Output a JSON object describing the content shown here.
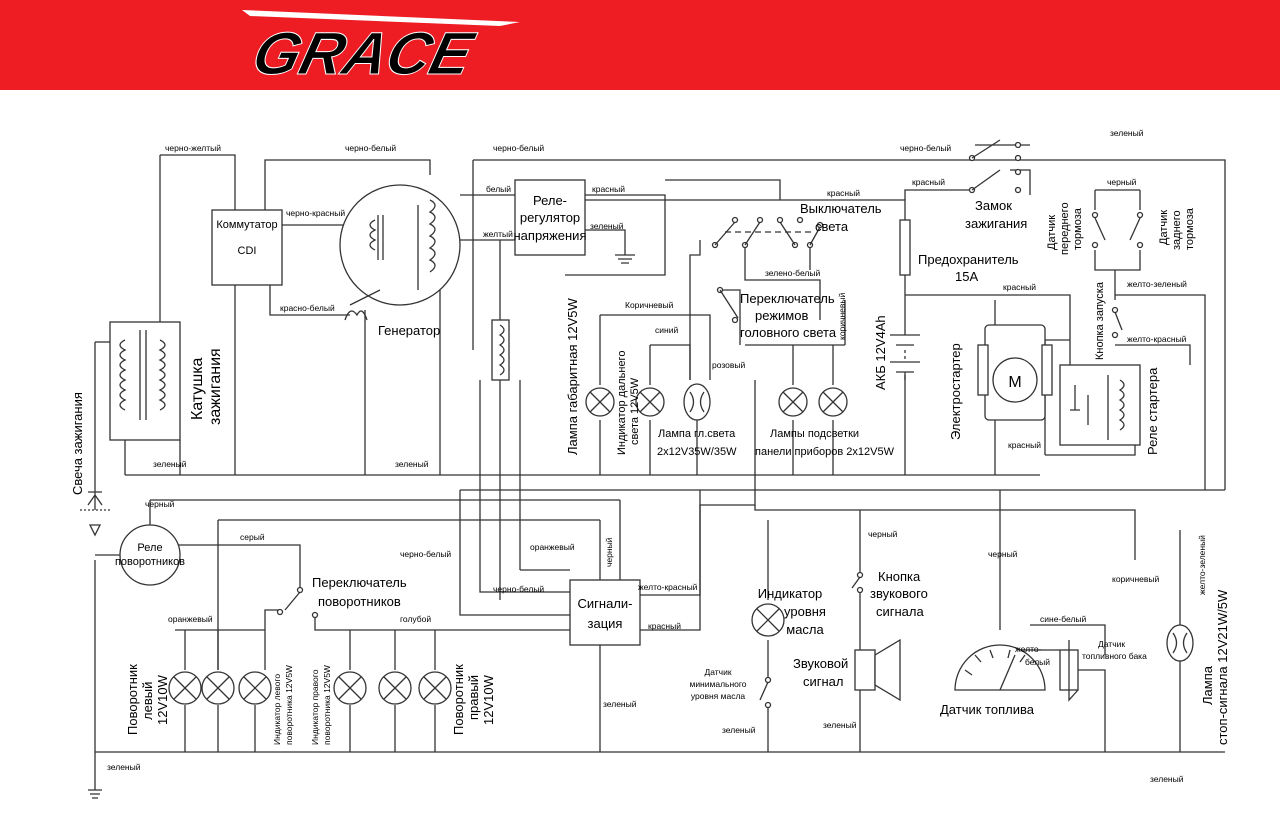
{
  "brand": {
    "logo_text": "GRACE",
    "header_color": "#ee1c23",
    "logo_color": "#ffffff"
  },
  "components": {
    "commutator": [
      "Коммутатор",
      "CDI"
    ],
    "regulator": [
      "Реле-",
      "регулятор",
      "напряжения"
    ],
    "light_switch": [
      "Выключатель",
      "света"
    ],
    "headlight_mode_switch": [
      "Переключатель",
      "режимов",
      "головного света"
    ],
    "ignition_lock": [
      "Замок",
      "зажигания"
    ],
    "front_brake_sensor": [
      "Датчик",
      "переднего",
      "тормоза"
    ],
    "rear_brake_sensor": [
      "Датчик",
      "заднего",
      "тормоза"
    ],
    "fuse": [
      "Предохранитель",
      "15А"
    ],
    "battery": "АКБ 12V4Ah",
    "ignition_coil": [
      "Катушка",
      "зажигания"
    ],
    "spark_plug": "Свеча зажигания",
    "generator": "Генератор",
    "parking_lamp": "Лампа габаритная 12V5W",
    "high_beam_indicator": [
      "Индикатор дальнего",
      "света 12V5W"
    ],
    "headlamp": [
      "Лампа гл.света",
      "2х12V35W/35W"
    ],
    "dash_lamps": [
      "Лампы подсветки",
      "панели приборов 2х12V5W"
    ],
    "electric_starter": "Электростартер",
    "start_button": "Кнопка запуска",
    "starter_relay": "Реле стартера",
    "turn_relay": [
      "Реле",
      "поворотников"
    ],
    "turn_switch": [
      "Переключатель",
      "поворотников"
    ],
    "alarm": [
      "Сигнали-",
      "зация"
    ],
    "oil_indicator": [
      "Индикатор",
      "уровня",
      "масла"
    ],
    "oil_sensor": [
      "Датчик",
      "минимального",
      "уровня масла"
    ],
    "horn_button": [
      "Кнопка",
      "звукового",
      "сигнала"
    ],
    "horn": [
      "Звуковой",
      "сигнал"
    ],
    "fuel_gauge": "Датчик топлива",
    "fuel_tank_sensor": [
      "Датчик",
      "топливного бака"
    ],
    "stop_lamp": [
      "Лампа",
      "стоп-сигнала 12V21W/5W"
    ],
    "left_turn": [
      "Поворотник",
      "левый",
      "12V10W"
    ],
    "right_turn": [
      "Поворотник",
      "правый",
      "12V10W"
    ],
    "left_turn_indicator": [
      "Индикатор левого",
      "поворотника 12V5W"
    ],
    "right_turn_indicator": [
      "Индикатор правого",
      "поворотника 12V5W"
    ],
    "motor_symbol": "M"
  },
  "wires": {
    "black_yellow": "черно-желтый",
    "black_white": "черно-белый",
    "black_white_2": "черно-белый",
    "black_white_3": "черно-белый",
    "black_white_4": "черно-белый",
    "black_red": "черно-красный",
    "red_white": "красно-белый",
    "white": "белый",
    "yellow": "желтый",
    "red_1": "красный",
    "red_2": "красный",
    "red_3": "красный",
    "red_4": "красный",
    "red_5": "красный",
    "red_6": "красный",
    "green_1": "зеленый",
    "green_2": "зеленый",
    "green_3": "зеленый",
    "green_4": "зеленый",
    "green_5": "зеленый",
    "green_6": "зеленый",
    "green_7": "зеленый",
    "green_8": "зеленый",
    "green_9": "зеленый",
    "green_10": "зеленый",
    "green_yellow": "зелено-белый",
    "brown_1": "Коричневый",
    "brown_2": "коричневый",
    "brown_3": "коричневый",
    "blue": "синий",
    "pink": "розовый",
    "black_1": "черный",
    "black_2": "черный",
    "black_3": "черный",
    "black_4": "черный",
    "black_5": "черный",
    "yellow_green_1": "желто-зеленый",
    "yellow_green_2": "желто-зеленый",
    "yellow_red_1": "желто-красный",
    "yellow_red_2": "желто-красный",
    "gray": "серый",
    "orange_1": "оранжевый",
    "orange_2": "оранжевый",
    "light_blue": "голубой",
    "blue_white": "сине-белый",
    "yellow_white": [
      "желто-",
      "белый"
    ]
  }
}
